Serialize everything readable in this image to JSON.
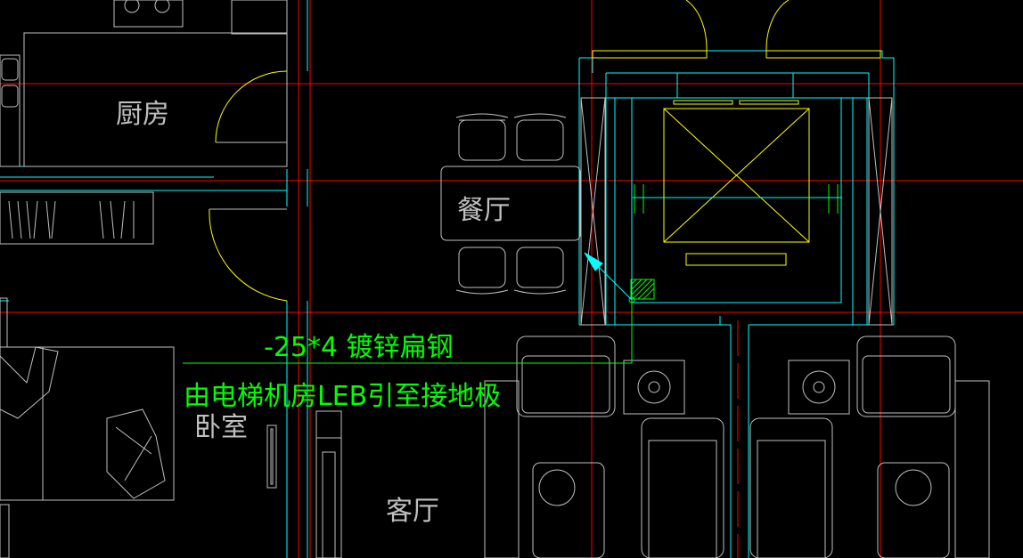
{
  "drawing": {
    "colors": {
      "background": "#000000",
      "axis_line": "#ff0000",
      "wall": "#00ffff",
      "furniture": "#c0c0c0",
      "door_arc": "#ffff00",
      "elevator": "#ffff00",
      "grounding": "#00ff00"
    },
    "rooms": {
      "kitchen": "厨房",
      "dining": "餐厅",
      "bedroom": "卧室",
      "living": "客厅"
    },
    "annotation": {
      "spec": "-25*4 镀锌扁钢",
      "note": "由电梯机房LEB引至接地极"
    }
  }
}
